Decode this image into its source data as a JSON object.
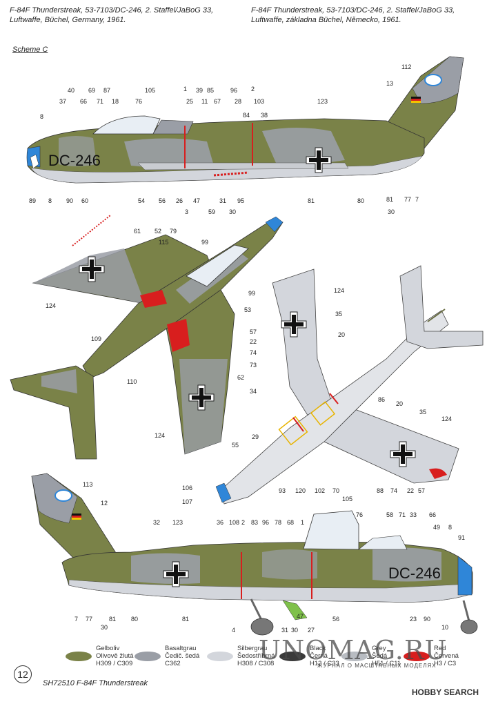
{
  "header": {
    "left": "F-84F Thunderstreak, 53-7103/DC-246, 2. Staffel/JaBoG 33, Luftwaffe, Büchel, Germany, 1961.",
    "right": "F-84F Thunderstreak, 53-7103/DC-246, 2. Staffel/JaBoG 33, Luftwaffe, základna Büchel, Německo, 1961."
  },
  "scheme": "Scheme C",
  "code": "DC-246",
  "callouts": {
    "top_profile": [
      "112",
      "13",
      "40",
      "69",
      "87",
      "105",
      "1",
      "39",
      "85",
      "96",
      "2",
      "37",
      "66",
      "71",
      "18",
      "76",
      "25",
      "11",
      "67",
      "28",
      "103",
      "123",
      "8",
      "84",
      "38",
      "89",
      "8",
      "90",
      "60",
      "54",
      "56",
      "26",
      "47",
      "31",
      "95",
      "81",
      "80",
      "81",
      "77",
      "7",
      "3",
      "59",
      "30",
      "30"
    ],
    "plan_top": [
      "61",
      "52",
      "79",
      "115",
      "99",
      "124",
      "109",
      "110",
      "62",
      "124",
      "53",
      "99"
    ],
    "plan_bottom": [
      "124",
      "57",
      "22",
      "74",
      "73",
      "34",
      "35",
      "20",
      "29",
      "86",
      "20",
      "35",
      "55",
      "106",
      "107",
      "124",
      "93",
      "120",
      "102",
      "70",
      "88",
      "74",
      "22",
      "57"
    ],
    "bottom_profile": [
      "113",
      "12",
      "32",
      "123",
      "36",
      "108",
      "2",
      "83",
      "96",
      "78",
      "68",
      "1",
      "105",
      "76",
      "58",
      "71",
      "33",
      "66",
      "49",
      "8",
      "91",
      "7",
      "77",
      "30",
      "81",
      "80",
      "81",
      "4",
      "31",
      "30",
      "47",
      "27",
      "56",
      "23",
      "90",
      "10"
    ]
  },
  "swatches": [
    {
      "name": "Gelboliv",
      "cz": "Olivově žlutá",
      "code": "H309 / C309",
      "color": "#7a8248"
    },
    {
      "name": "Basaltgrau",
      "cz": "Čedič. šedá",
      "code": "C362",
      "color": "#9a9ea6"
    },
    {
      "name": "Silbergrau",
      "cz": "Šedostříbrná",
      "code": "H308 / C308",
      "color": "#d3d6dc"
    },
    {
      "name": "Black",
      "cz": "Černá",
      "code": "H12 / C33",
      "color": "#3a3a3a"
    },
    {
      "name": "Grey",
      "cz": "Šedá",
      "code": "H51 / C11",
      "color": "#b8bcc2"
    },
    {
      "name": "Red",
      "cz": "Červená",
      "code": "H3 / C3",
      "color": "#d81e1e"
    }
  ],
  "page_number": "12",
  "footer": "SH72510  F-84F Thunderstreak",
  "brand": "HOBBY SEARCH",
  "watermark": "UNOMAG.RU",
  "watermark_sub": "ЖУРНАЛ О МАСШТАБНЫХ МОДЕЛЯХ"
}
